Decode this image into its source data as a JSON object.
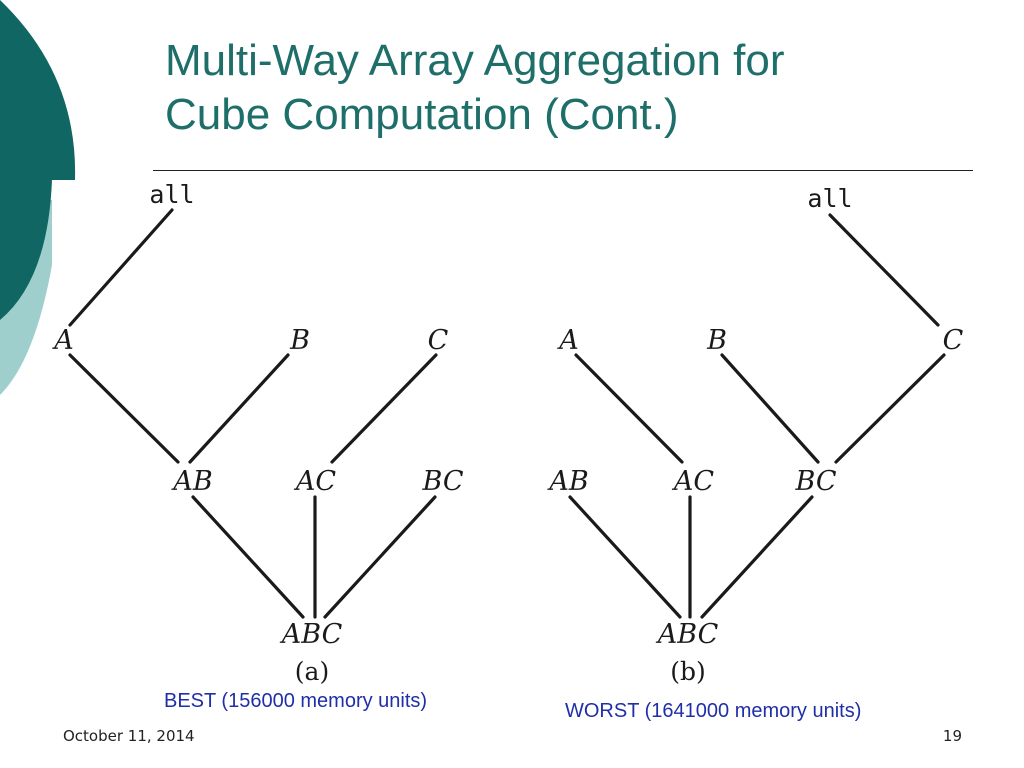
{
  "slide": {
    "title_lines": [
      "Multi-Way Array Aggregation for",
      "Cube Computation (Cont.)"
    ],
    "date": "October 11, 2014",
    "page_number": "19",
    "colors": {
      "title": "#1e6e6a",
      "deco_dark": "#0f6663",
      "deco_light": "#9fcfcd",
      "caption": "#1f2fa8",
      "lines": "#1a1a1a"
    }
  },
  "diagrams": {
    "a": {
      "sublabel": "(a)",
      "caption": "BEST (156000 memory units)",
      "nodes": {
        "all": "all",
        "A": "A",
        "B": "B",
        "C": "C",
        "AB": "AB",
        "AC": "AC",
        "BC": "BC",
        "ABC": "ABC"
      },
      "edges": [
        [
          "all",
          "A"
        ],
        [
          "A",
          "AB"
        ],
        [
          "B",
          "AB"
        ],
        [
          "C",
          "AC"
        ],
        [
          "AB",
          "ABC"
        ],
        [
          "AC",
          "ABC"
        ],
        [
          "BC",
          "ABC"
        ]
      ]
    },
    "b": {
      "sublabel": "(b)",
      "caption": "WORST (1641000 memory units)",
      "nodes": {
        "all": "all",
        "A": "A",
        "B": "B",
        "C": "C",
        "AB": "AB",
        "AC": "AC",
        "BC": "BC",
        "ABC": "ABC"
      },
      "edges": [
        [
          "all",
          "C"
        ],
        [
          "A",
          "AC"
        ],
        [
          "B",
          "BC"
        ],
        [
          "C",
          "BC"
        ],
        [
          "AB",
          "ABC"
        ],
        [
          "AC",
          "ABC"
        ],
        [
          "BC",
          "ABC"
        ]
      ]
    }
  }
}
